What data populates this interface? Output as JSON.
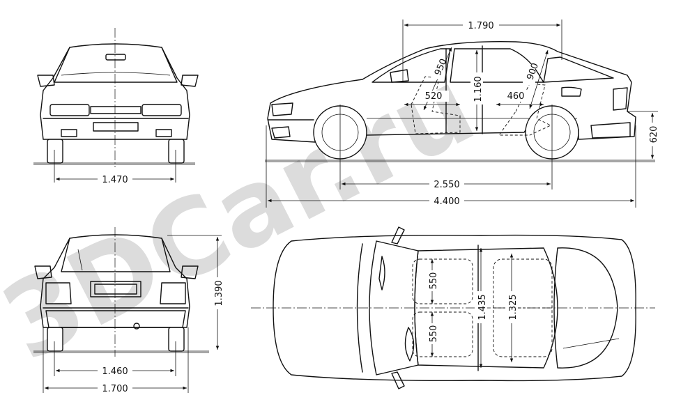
{
  "watermark": "3DCar.ru",
  "dimensions": {
    "front_track": "1.470",
    "rear_track": "1.460",
    "overall_width": "1.700",
    "overall_height": "1.390",
    "roof_length": "1.790",
    "front_headroom": "950",
    "rear_headroom": "900",
    "front_legroom": "520",
    "rear_legroom": "460",
    "door_height": "1.160",
    "ground_height": "620",
    "wheelbase": "2.550",
    "overall_length": "4.400",
    "front_seat_width": "550",
    "front_seat_width_2": "550",
    "front_shoulder_width": "1.435",
    "rear_shoulder_width": "1.325"
  }
}
